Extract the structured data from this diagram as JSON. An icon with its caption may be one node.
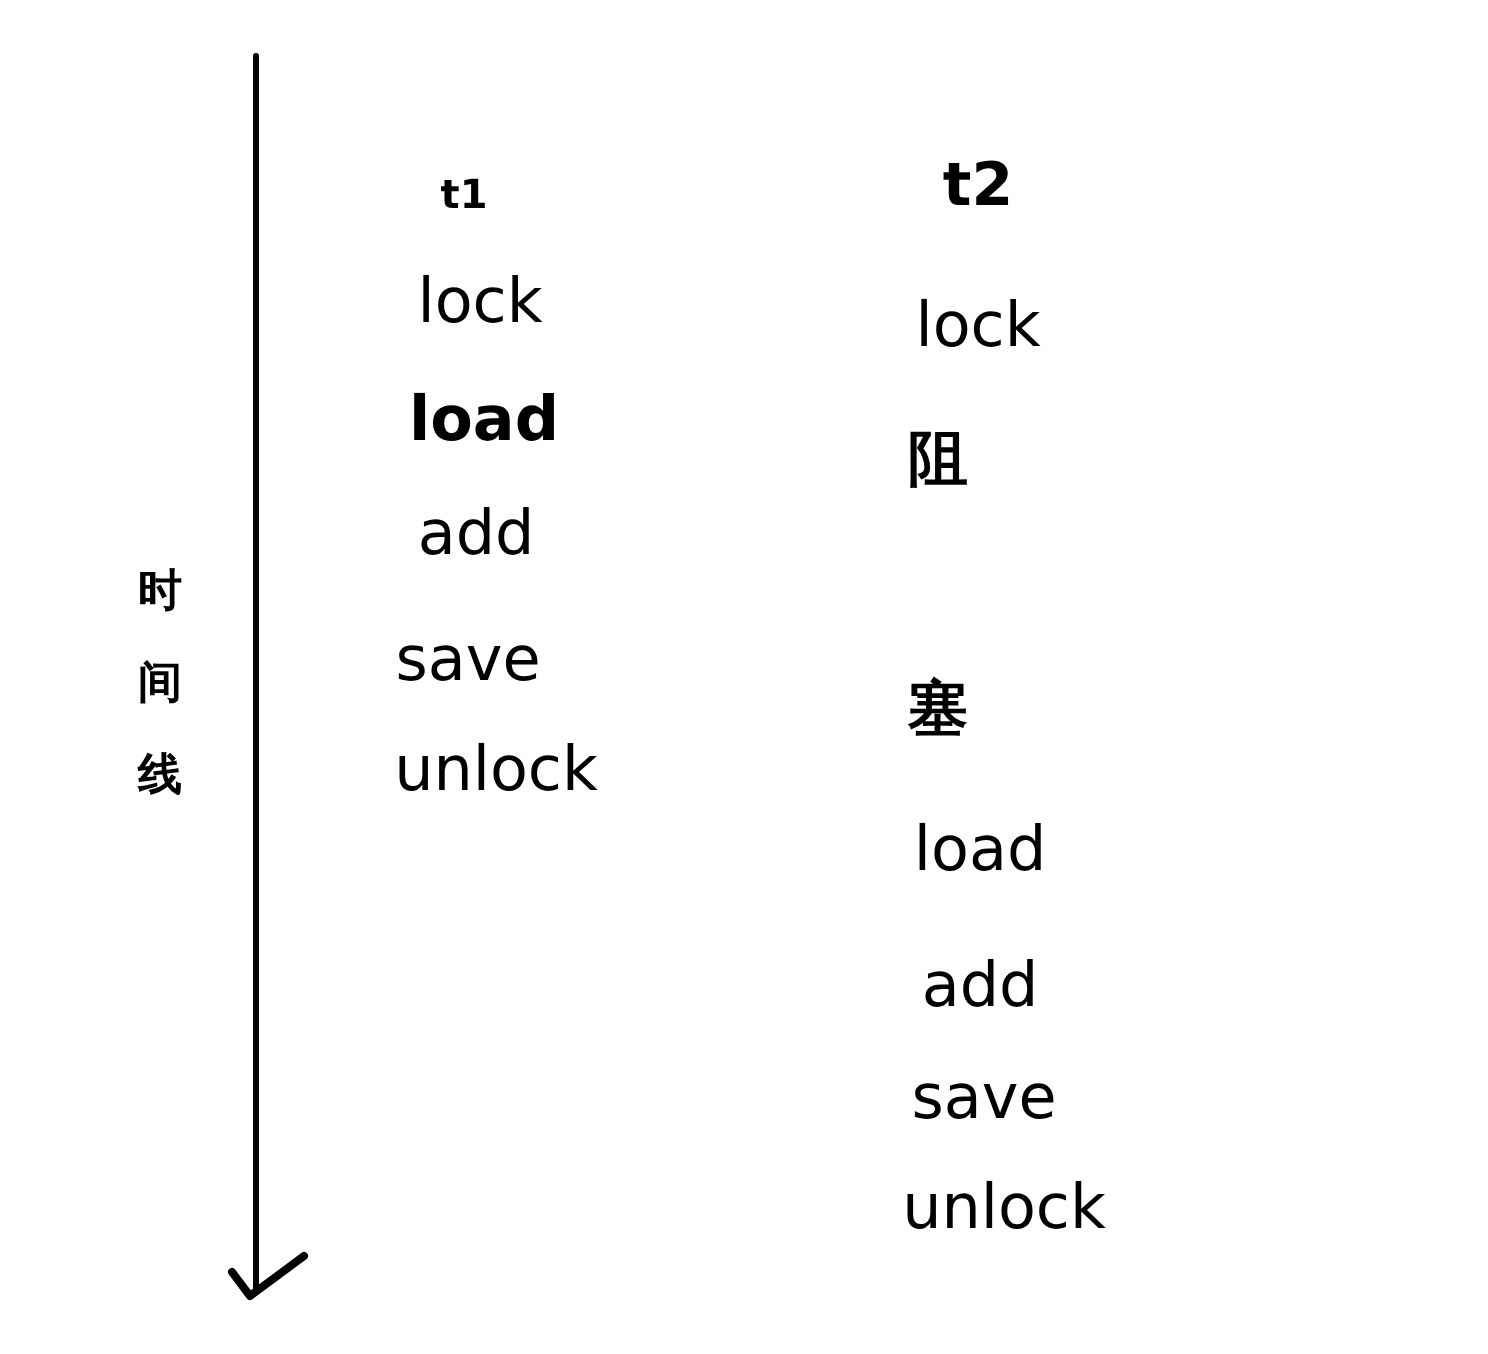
{
  "diagram": {
    "labels": [
      "时间线",
      "t1",
      "lock",
      "load",
      "add",
      "save",
      "unlock",
      "t2",
      "lock",
      "阻",
      "塞",
      "load",
      "add",
      "save",
      "unlock"
    ]
  }
}
